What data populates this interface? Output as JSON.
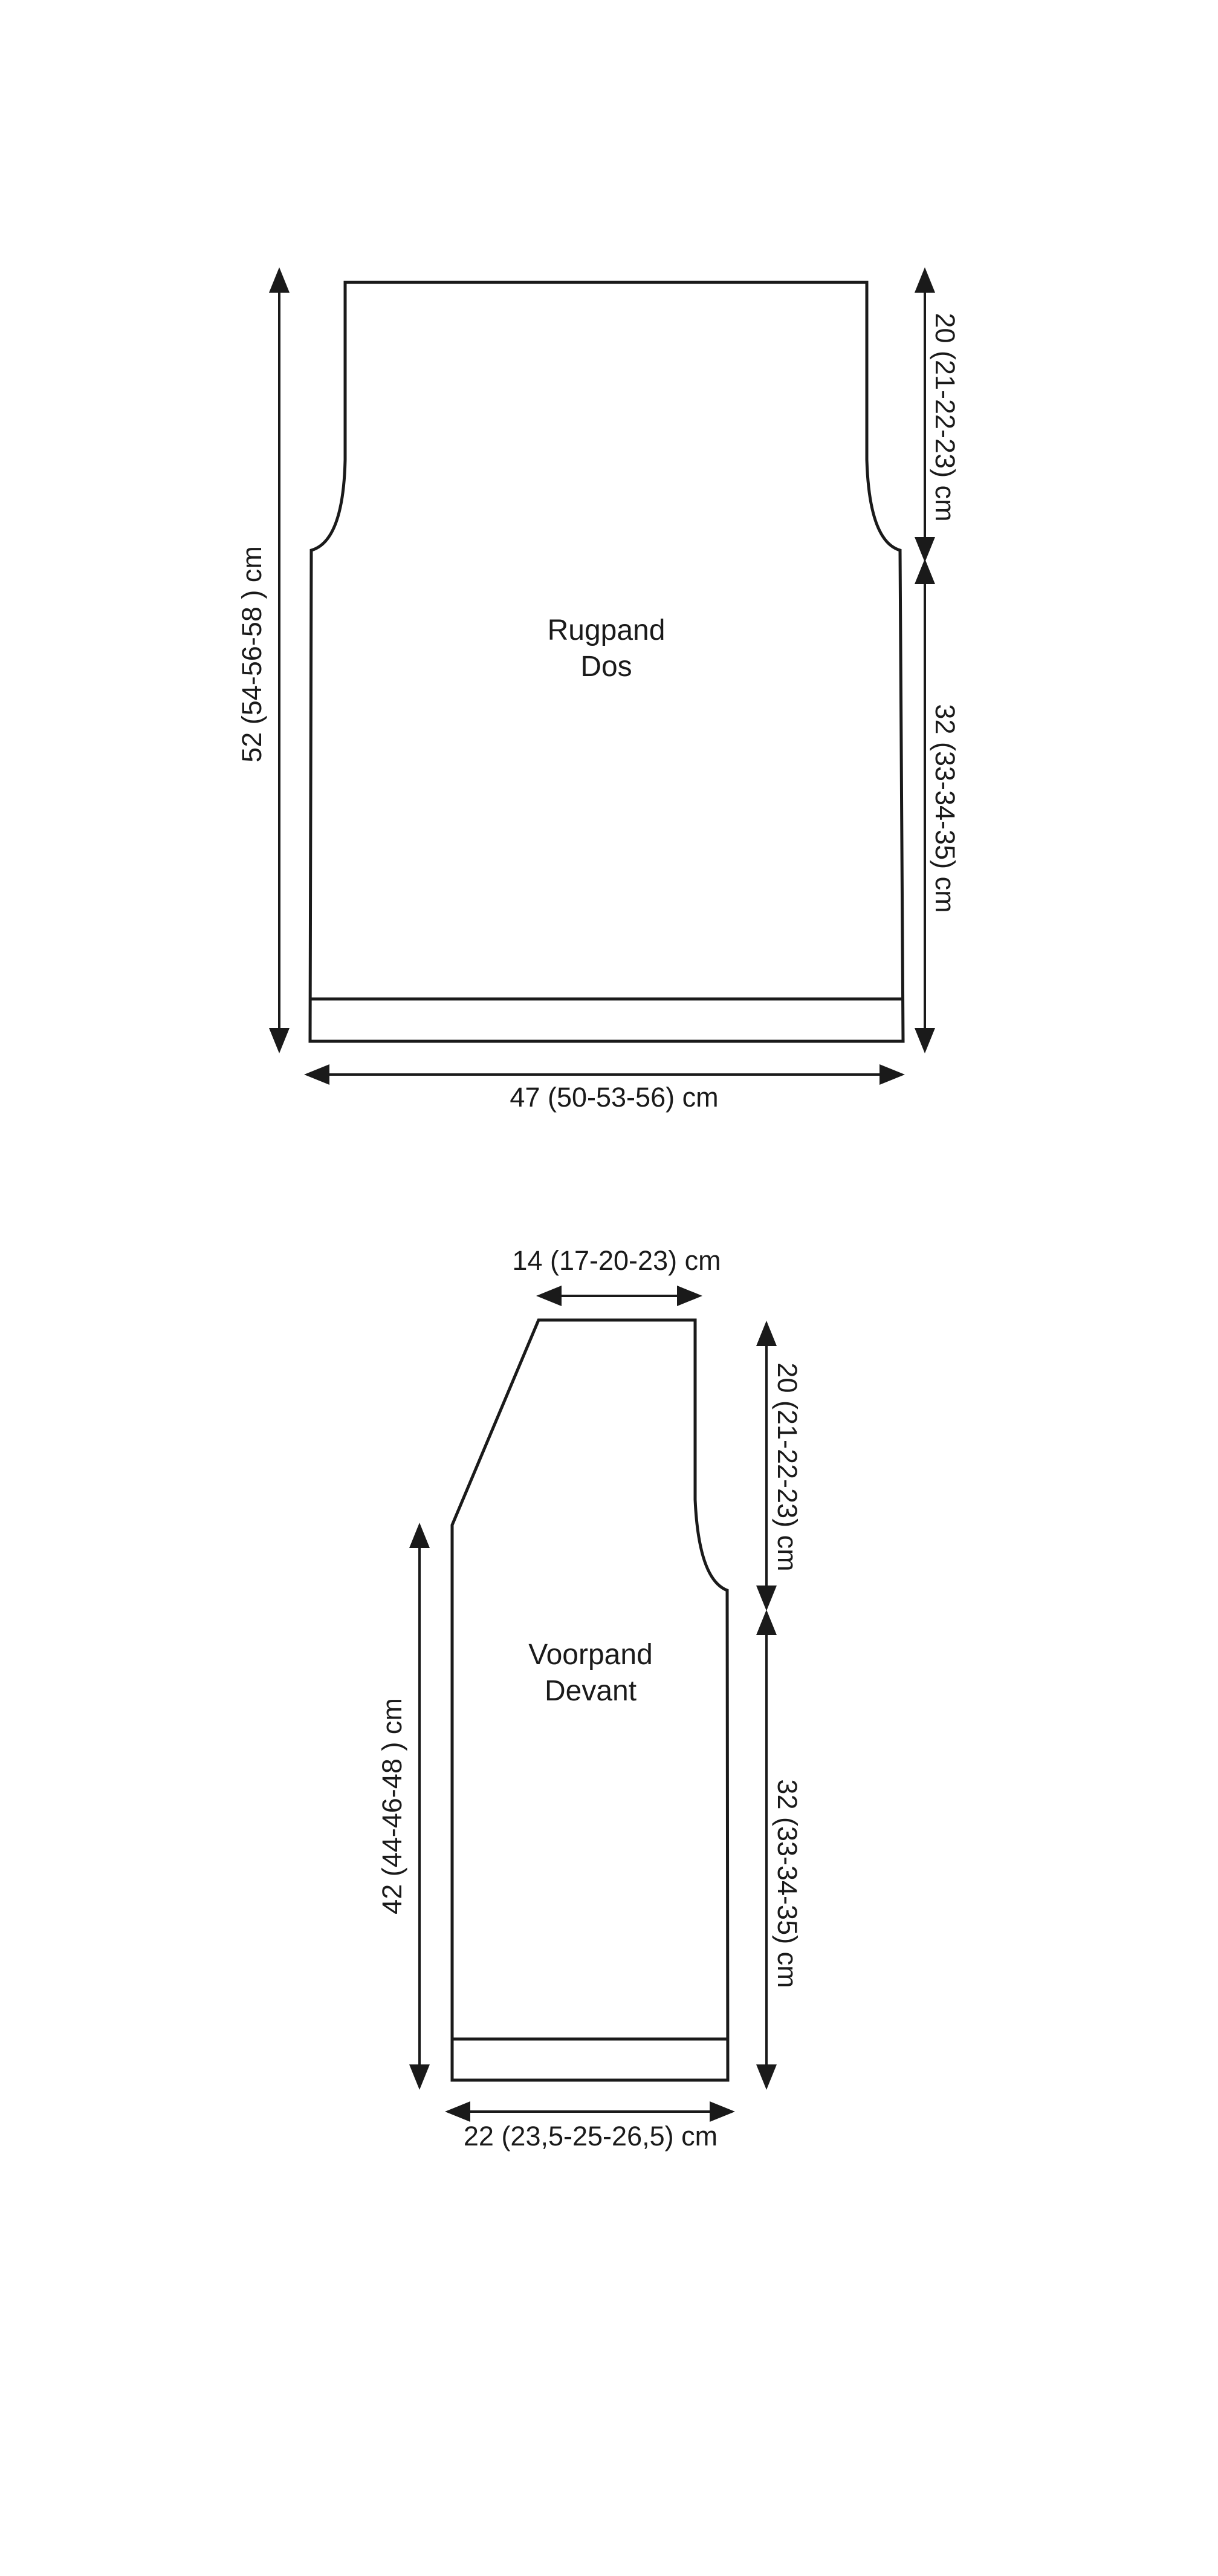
{
  "back_piece": {
    "name_nl": "Rugpand",
    "name_fr": "Dos",
    "total_length": "52 (54-56-58 )  cm",
    "armhole_depth": "20 (21-22-23)  cm",
    "side_length": "32 (33-34-35) cm",
    "width": "47 (50-53-56) cm"
  },
  "front_piece": {
    "name_nl": "Voorpand",
    "name_fr": "Devant",
    "shoulder_width": "14 (17-20-23) cm",
    "armhole_depth": "20 (21-22-23)  cm",
    "side_length": "32 (33-34-35) cm",
    "neck_edge_length": "42 (44-46-48 )  cm",
    "width": "22 (23,5-25-26,5) cm"
  }
}
